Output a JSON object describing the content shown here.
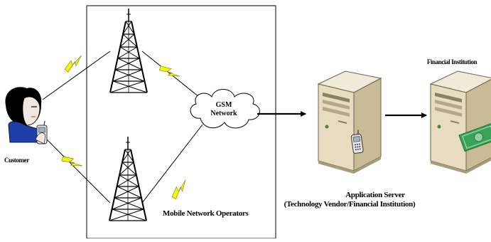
{
  "labels": {
    "customer": "Customer",
    "gsm_line1": "GSM",
    "gsm_line2": "Network",
    "mno": "Mobile Network Operators",
    "app_server_line1": "Application Server",
    "app_server_line2": "(Technology Vendor/Financial Institution)",
    "financial_institution": "Financial Institution"
  },
  "colors": {
    "lightning": "#f7f700",
    "server_body": "#e8dcc0",
    "server_front": "#d2c49f",
    "tower": "#111111",
    "banknote": "#3aa35a"
  },
  "icons": [
    "customer-icon",
    "tower-icon",
    "lightning-icon",
    "cloud-icon",
    "server-icon",
    "phone-icon",
    "banknote-icon",
    "arrow-icon"
  ]
}
